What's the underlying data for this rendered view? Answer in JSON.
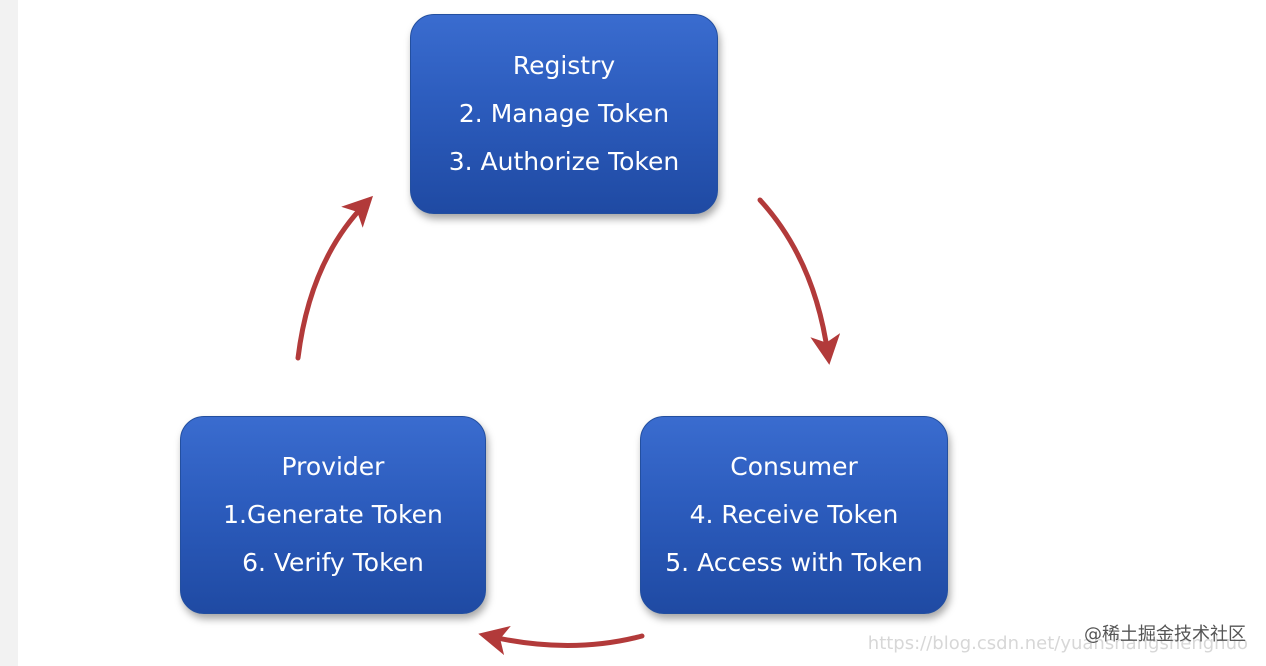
{
  "nodes": {
    "registry": {
      "title": "Registry",
      "line1": "2. Manage Token",
      "line2": "3. Authorize Token"
    },
    "provider": {
      "title": "Provider",
      "line1": "1.Generate Token",
      "line2": "6. Verify Token"
    },
    "consumer": {
      "title": "Consumer",
      "line1": "4. Receive Token",
      "line2": "5. Access with Token"
    }
  },
  "colors": {
    "box_fill": "#2c5cbd",
    "box_text": "#ffffff",
    "arrow": "#b23a3a"
  },
  "watermark": {
    "url": "https://blog.csdn.net/yuanshangshenghuo",
    "brand": "@稀土掘金技术社区"
  }
}
